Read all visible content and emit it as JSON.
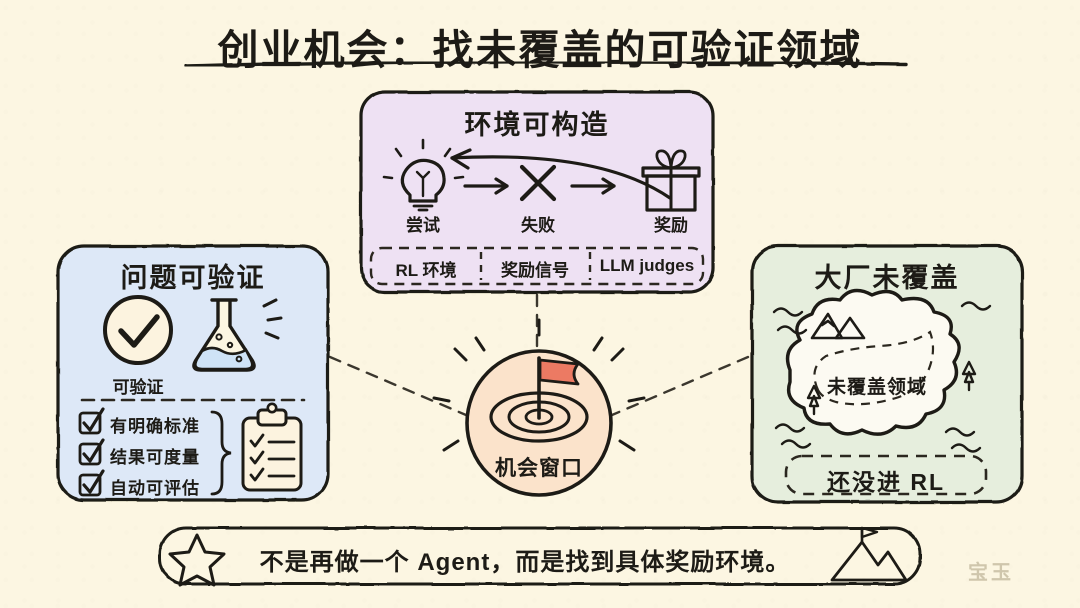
{
  "page": {
    "title": "创业机会：找未覆盖的可验证领域",
    "background_color": "#fcf6e2",
    "ink_color": "#1d1b16",
    "watermark": "宝玉"
  },
  "left_box": {
    "title": "问题可验证",
    "fill_color": "#dde8f7",
    "verify_icon_label": "可验证",
    "icons": [
      "check-circle-icon",
      "flask-icon",
      "clipboard-icon"
    ],
    "checklist": [
      {
        "label": "有明确标准"
      },
      {
        "label": "结果可度量"
      },
      {
        "label": "自动可评估"
      }
    ]
  },
  "top_box": {
    "title": "环境可构造",
    "fill_color": "#eee1f3",
    "flow": [
      {
        "icon": "lightbulb-icon",
        "label": "尝试"
      },
      {
        "icon": "cross-icon",
        "label": "失败"
      },
      {
        "icon": "gift-icon",
        "label": "奖励"
      }
    ],
    "tags": [
      "RL 环境",
      "奖励信号",
      "LLM judges"
    ]
  },
  "right_box": {
    "title": "大厂未覆盖",
    "fill_color": "#e6eedd",
    "island_label": "未覆盖领域",
    "footer_tag": "还没进 RL",
    "icons": [
      "mountain-icon",
      "tree-icon",
      "wave-icon"
    ]
  },
  "center_node": {
    "label": "机会窗口",
    "fill_color": "#fbe3cb",
    "flag_color": "#ec7a63",
    "icons": [
      "target-icon",
      "flag-icon",
      "rays-icon"
    ]
  },
  "banner": {
    "text": "不是再做一个 Agent，而是找到具体奖励环境。",
    "leading_icon": "star-icon",
    "trailing_icon": "mountain-flag-icon"
  }
}
